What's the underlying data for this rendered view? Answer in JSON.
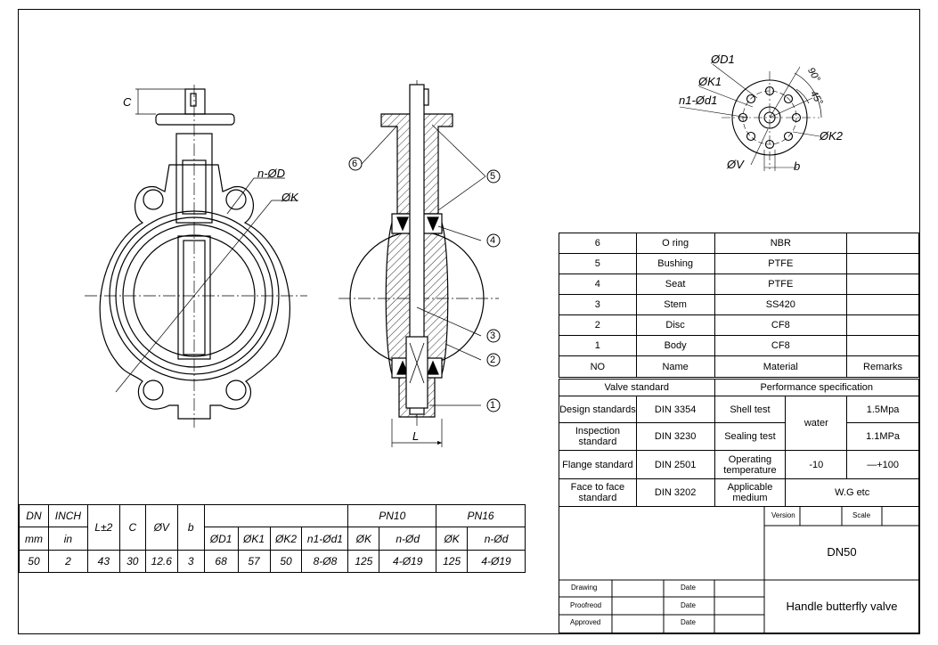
{
  "drawing_labels": {
    "n_phi_d": "n-ØD",
    "phi_k": "ØK",
    "c": "C",
    "l": "L",
    "phi_d1": "ØD1",
    "phi_k1": "ØK1",
    "n1_phi_d1": "n1-Ød1",
    "phi_v": "ØV",
    "phi_k2": "ØK2",
    "b": "b",
    "angle_90": "90°",
    "angle_45": "45°",
    "balloons": [
      "1",
      "2",
      "3",
      "4",
      "5",
      "6"
    ]
  },
  "parts_table": {
    "rows": [
      {
        "no": "6",
        "name": "O ring",
        "material": "NBR",
        "remarks": ""
      },
      {
        "no": "5",
        "name": "Bushing",
        "material": "PTFE",
        "remarks": ""
      },
      {
        "no": "4",
        "name": "Seat",
        "material": "PTFE",
        "remarks": ""
      },
      {
        "no": "3",
        "name": "Stem",
        "material": "SS420",
        "remarks": ""
      },
      {
        "no": "2",
        "name": "Disc",
        "material": "CF8",
        "remarks": ""
      },
      {
        "no": "1",
        "name": "Body",
        "material": "CF8",
        "remarks": ""
      }
    ],
    "header": {
      "no": "NO",
      "name": "Name",
      "material": "Material",
      "remarks": "Remarks"
    }
  },
  "spec": {
    "valve_standard": "Valve standard",
    "performance_spec": "Performance specification",
    "design_standards": "Design standards",
    "design_value": "DIN 3354",
    "shell_test": "Shell test",
    "shell_value": "1.5Mpa",
    "water": "water",
    "inspection_standard": "Inspection standard",
    "inspection_value": "DIN 3230",
    "sealing_test": "Sealing test",
    "sealing_value": "1.1MPa",
    "flange_standard": "Flange standard",
    "flange_value": "DIN 2501",
    "operating_temp": "Operating temperature",
    "temp_low": "-10",
    "temp_high": "—+100",
    "face_standard": "Face to face standard",
    "face_value": "DIN 3202",
    "applicable_medium": "Applicable medium",
    "medium_value": "W.G etc"
  },
  "title_block": {
    "version": "Version",
    "scale": "Scale",
    "model": "DN50",
    "drawing": "Drawing",
    "proofread": "Proofreod",
    "approved": "Approved",
    "date": "Date",
    "title": "Handle butterfly valve"
  },
  "dims_table": {
    "h_dn": "DN",
    "h_inch": "INCH",
    "h_l": "L±2",
    "h_c": "C",
    "h_v": "ØV",
    "h_b": "b",
    "h_pn10": "PN10",
    "h_pn16": "PN16",
    "h_mm": "mm",
    "h_in": "in",
    "h_d1": "ØD1",
    "h_k1": "ØK1",
    "h_k2": "ØK2",
    "h_nd1": "n1-Ød1",
    "h_k": "ØK",
    "h_nd": "n-Ød",
    "h_k_16": "ØK",
    "h_nd_16": "n-Ød",
    "r": {
      "dn": "50",
      "inch": "2",
      "l": "43",
      "c": "30",
      "v": "12.6",
      "b": "3",
      "d1": "68",
      "k1": "57",
      "k2": "50",
      "nd1": "8-Ø8",
      "k10": "125",
      "nd10": "4-Ø19",
      "k16": "125",
      "nd16": "4-Ø19"
    }
  }
}
